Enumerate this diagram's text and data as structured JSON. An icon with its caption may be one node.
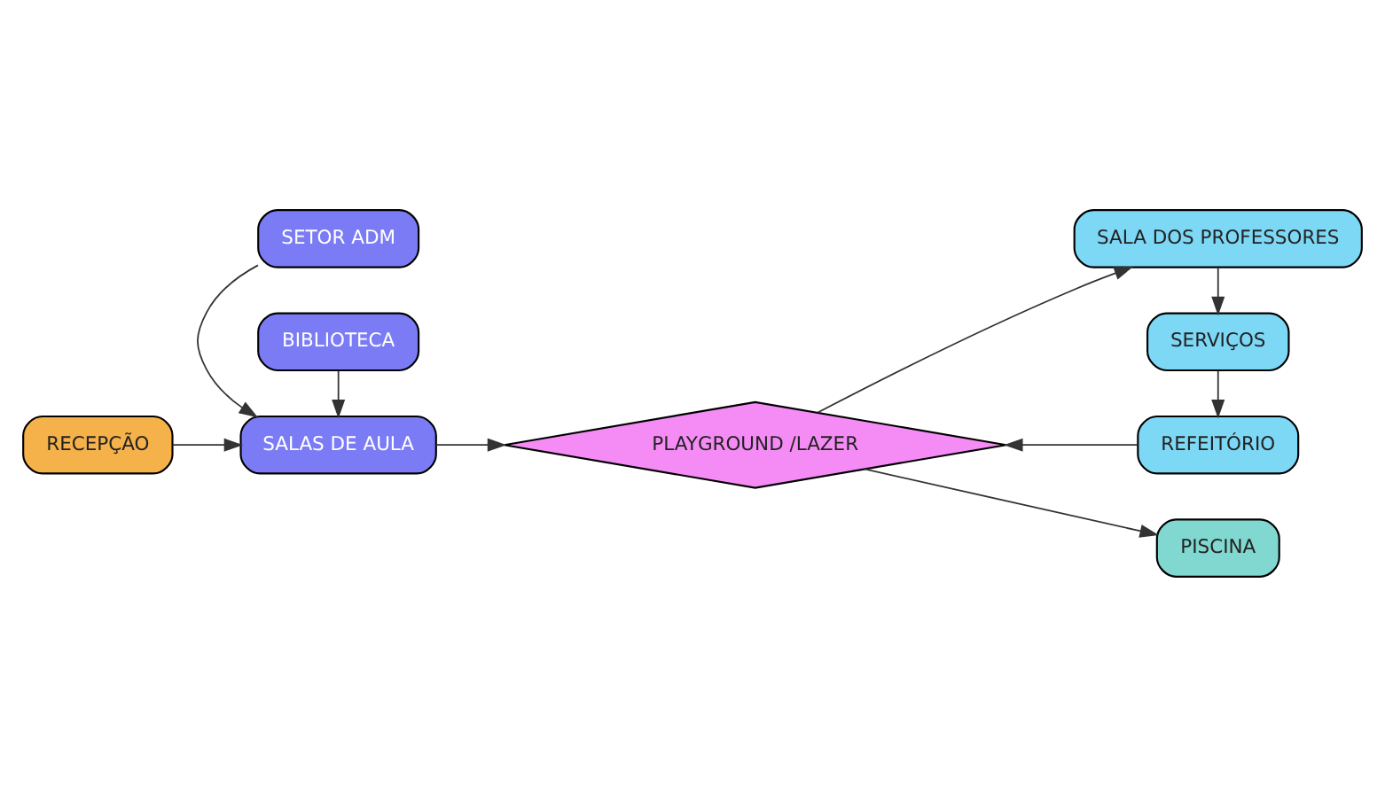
{
  "diagram": {
    "nodes": [
      {
        "text": [
          "RECEPÇÃO"
        ]
      },
      {
        "text": [
          "SETOR ADM"
        ]
      },
      {
        "text": [
          "SALAS DE AULA"
        ]
      },
      {
        "text": [
          "BIBLIOTECA"
        ]
      },
      {
        "text": [
          "PLAYGROUND /LAZER"
        ]
      },
      {
        "text": [
          "REFEITÓRIO"
        ]
      },
      {
        "text": [
          "SERVIÇOS"
        ]
      },
      {
        "text": [
          "SALA DOS PROFESSORES"
        ]
      },
      {
        "text": [
          "PISCINA"
        ]
      }
    ],
    "edges": [
      {
        "from": 0,
        "to": 2,
        "arrow": "to"
      },
      {
        "from": 1,
        "to": 2,
        "arrow": "to"
      },
      {
        "from": 3,
        "to": 2,
        "arrow": "to"
      },
      {
        "from": 2,
        "to": 4,
        "arrow": "to"
      },
      {
        "from": 4,
        "to": 7,
        "arrow": "to"
      },
      {
        "from": 7,
        "to": 6,
        "arrow": "to"
      },
      {
        "from": 6,
        "to": 5,
        "arrow": "to"
      },
      {
        "from": 5,
        "to": 4,
        "arrow": "to"
      },
      {
        "from": 4,
        "to": 8,
        "arrow": "to"
      }
    ]
  }
}
